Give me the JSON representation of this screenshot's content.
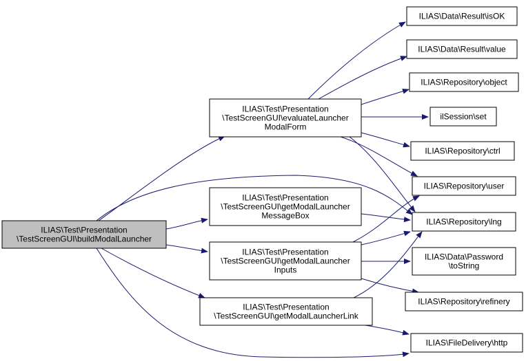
{
  "colors": {
    "edge": "#191970",
    "node_fill": "#ffffff",
    "root_fill": "#bfbfbf",
    "node_border": "#000000"
  },
  "nodes": {
    "build": {
      "lines": [
        "ILIAS\\Test\\Presentation",
        "\\TestScreenGUI\\buildModalLauncher"
      ],
      "root": true
    },
    "evaluate": {
      "lines": [
        "ILIAS\\Test\\Presentation",
        "\\TestScreenGUI\\evaluateLauncher",
        "ModalForm"
      ]
    },
    "messagebox": {
      "lines": [
        "ILIAS\\Test\\Presentation",
        "\\TestScreenGUI\\getModalLauncher",
        "MessageBox"
      ]
    },
    "inputs": {
      "lines": [
        "ILIAS\\Test\\Presentation",
        "\\TestScreenGUI\\getModalLauncher",
        "Inputs"
      ]
    },
    "link": {
      "lines": [
        "ILIAS\\Test\\Presentation",
        "\\TestScreenGUI\\getModalLauncherLink"
      ]
    },
    "isok": {
      "lines": [
        "ILIAS\\Data\\Result\\isOK"
      ]
    },
    "value": {
      "lines": [
        "ILIAS\\Data\\Result\\value"
      ]
    },
    "object": {
      "lines": [
        "ILIAS\\Repository\\object"
      ]
    },
    "session": {
      "lines": [
        "ilSession\\set"
      ]
    },
    "ctrl": {
      "lines": [
        "ILIAS\\Repository\\ctrl"
      ]
    },
    "user": {
      "lines": [
        "ILIAS\\Repository\\user"
      ]
    },
    "lng": {
      "lines": [
        "ILIAS\\Repository\\lng"
      ]
    },
    "password": {
      "lines": [
        "ILIAS\\Data\\Password",
        "\\toString"
      ]
    },
    "refinery": {
      "lines": [
        "ILIAS\\Repository\\refinery"
      ]
    },
    "http": {
      "lines": [
        "ILIAS\\FileDelivery\\http"
      ]
    }
  },
  "edges": [
    [
      "build",
      "evaluate"
    ],
    [
      "build",
      "lng"
    ],
    [
      "build",
      "messagebox"
    ],
    [
      "build",
      "inputs"
    ],
    [
      "build",
      "link"
    ],
    [
      "build",
      "http"
    ],
    [
      "evaluate",
      "isok"
    ],
    [
      "evaluate",
      "value"
    ],
    [
      "evaluate",
      "object"
    ],
    [
      "evaluate",
      "session"
    ],
    [
      "evaluate",
      "ctrl"
    ],
    [
      "evaluate",
      "user"
    ],
    [
      "evaluate",
      "lng"
    ],
    [
      "messagebox",
      "lng"
    ],
    [
      "inputs",
      "user"
    ],
    [
      "inputs",
      "lng"
    ],
    [
      "inputs",
      "password"
    ],
    [
      "inputs",
      "refinery"
    ],
    [
      "link",
      "lng"
    ],
    [
      "link",
      "http"
    ]
  ]
}
